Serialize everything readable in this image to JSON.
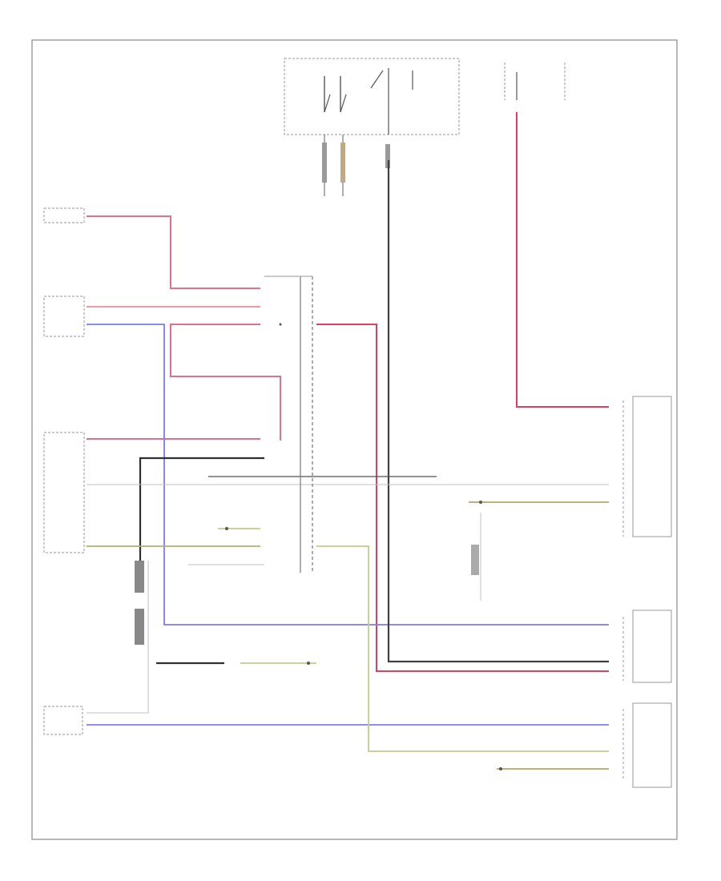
{
  "figure_id": "",
  "colors": {
    "pink": "#e8607a",
    "pink_light": "#f09aa8",
    "blue": "#7b7bf0",
    "black": "#303030",
    "yellow": "#c8c890",
    "yellow_dark": "#b0a868",
    "gray": "#b8b8b8",
    "outline": "#8a8a8a"
  },
  "wire_colors": {
    "pink_wire": "pink",
    "blue_wire": "blue",
    "black_wire": "black",
    "yellow_wire": "yellow",
    "gray_wire": "gray"
  }
}
